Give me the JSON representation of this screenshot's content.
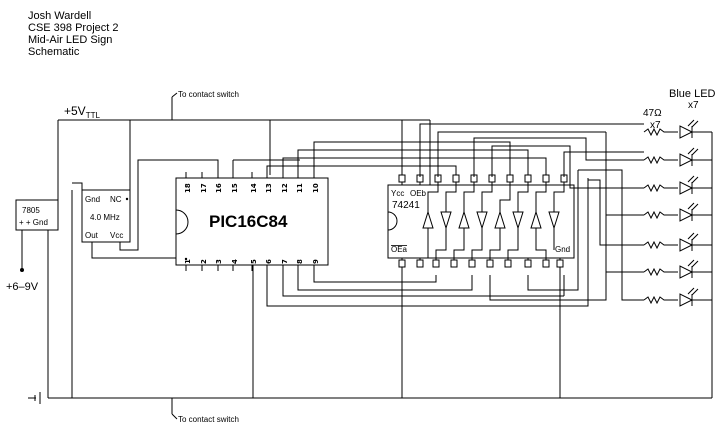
{
  "title_block": {
    "author": "Josh Wardell",
    "course": "CSE 398 Project 2",
    "project": "Mid-Air LED Sign",
    "sheet": "Schematic"
  },
  "supply": {
    "rail_label": "+5V",
    "rail_subscript": "TTL",
    "input_voltage": "+6–9V"
  },
  "regulator": {
    "part": "7805",
    "pins": "+  + Gnd"
  },
  "oscillator": {
    "freq": "4.0 MHz",
    "gnd": "Gnd",
    "nc": "NC",
    "out": "Out",
    "vcc": "Vcc"
  },
  "mcu": {
    "part": "PIC16C84",
    "top_pins": [
      "18",
      "17",
      "16",
      "15",
      "14",
      "13",
      "12",
      "11",
      "10"
    ],
    "bottom_pins": [
      "1",
      "2",
      "3",
      "4",
      "5",
      "6",
      "7",
      "8",
      "9"
    ]
  },
  "driver": {
    "part": "74241",
    "vcc": "Ycc",
    "oeb": "OEb",
    "oea": "OEa",
    "gnd": "Gnd"
  },
  "resistors": {
    "value": "47Ω",
    "count": "x7"
  },
  "leds": {
    "label": "Blue LED",
    "count": "x7"
  },
  "contact_switch": {
    "top": "To contact switch",
    "bottom": "To contact switch"
  }
}
